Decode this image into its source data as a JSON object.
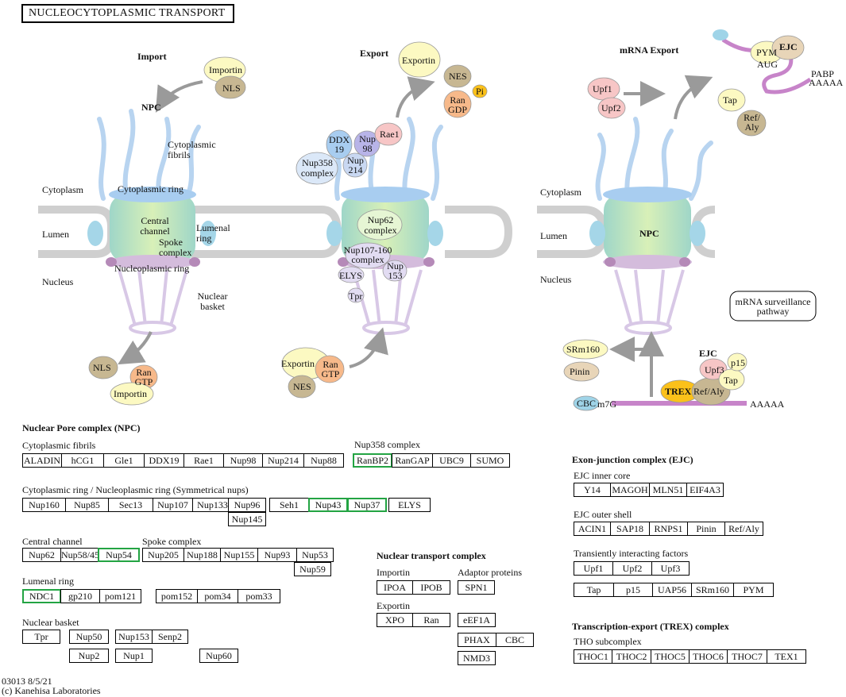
{
  "title": "NUCLEOCYTOPLASMIC TRANSPORT",
  "colors": {
    "pore_green": "#bfe6a8",
    "pore_blue": "#a8cdf0",
    "membrane_gray": "#cfcfcf",
    "basket_purple": "#d8c8e6",
    "mrna_purple": "#c784c9",
    "highlight_green": "#23a443",
    "arrow_gray": "#9a9a9a"
  },
  "sections": {
    "import": "Import",
    "export": "Export",
    "mrna_export": "mRNA Export",
    "npc": "NPC",
    "cytoplasmic_fibrils": "Cytoplasmic fibrils",
    "cytoplasmic_ring": "Cytoplasmic ring",
    "central_channel": "Central channel",
    "lumenal_ring": "Lumenal ring",
    "spoke_complex": "Spoke complex",
    "nucleoplasmic_ring": "Nucleoplasmic ring",
    "nuclear_basket": "Nuclear basket",
    "cytoplasm": "Cytoplasm",
    "lumen": "Lumen",
    "nucleus": "Nucleus",
    "mrna_surveillance": "mRNA surveillance pathway",
    "pabp": "PABP",
    "polya": "AAAAA",
    "m7g": "m7G",
    "ejc": "EJC"
  },
  "molecules": {
    "importin": "Importin",
    "nls": "NLS",
    "exportin": "Exportin",
    "nes": "NES",
    "ran_gdp": "Ran GDP",
    "ran_gtp": "Ran GTP",
    "pi": "Pi",
    "ddx19": "DDX 19",
    "nup98": "Nup 98",
    "rae1": "Rae1",
    "nup358": "Nup358 complex",
    "nup214": "Nup 214",
    "nup62_complex": "Nup62 complex",
    "nup107_complex": "Nup107-160 complex",
    "nup153": "Nup 153",
    "elys": "ELYS",
    "tpr": "Tpr",
    "upf1": "Upf1",
    "upf2": "Upf2",
    "upf3": "Upf3",
    "tap": "Tap",
    "ref_aly": "Ref/ Aly",
    "ref_aly_inline": "Ref/Aly",
    "pym": "PYM",
    "aug": "AUG",
    "srm160": "SRm160",
    "pinin": "Pinin",
    "trex": "TREX",
    "cbc": "CBC",
    "p15": "p15"
  },
  "legend": {
    "npc_title": "Nuclear Pore complex (NPC)",
    "cyto_fibrils_label": "Cytoplasmic fibrils",
    "cyto_fibrils": [
      "ALADIN",
      "hCG1",
      "Gle1",
      "DDX19",
      "Rae1",
      "Nup98",
      "Nup214",
      "Nup88"
    ],
    "nup358_label": "Nup358 complex",
    "nup358_genes": [
      "RanBP2",
      "RanGAP",
      "UBC9",
      "SUMO"
    ],
    "sym_label": "Cytoplasmic ring / Nucleoplasmic ring (Symmetrical nups)",
    "sym_row": [
      "Nup160",
      "Nup85",
      "Sec13",
      "Nup107",
      "Nup133"
    ],
    "sym_extra": [
      "Nup96",
      "Nup145"
    ],
    "sym_right": [
      "Seh1",
      "Nup43",
      "Nup37"
    ],
    "elys": "ELYS",
    "central_label": "Central channel",
    "central": [
      "Nup62",
      "Nup58/45",
      "Nup54"
    ],
    "spoke_label": "Spoke complex",
    "spoke": [
      "Nup205",
      "Nup188",
      "Nup155",
      "Nup93",
      "Nup53"
    ],
    "spoke_extra": "Nup59",
    "lumenal_label": "Lumenal ring",
    "lumenal": [
      "NDC1",
      "gp210",
      "pom121"
    ],
    "lumenal_right": [
      "pom152",
      "pom34",
      "pom33"
    ],
    "basket_label": "Nuclear basket",
    "basket_tpr": "Tpr",
    "basket_col": [
      "Nup50",
      "Nup2"
    ],
    "basket_row": [
      "Nup153",
      "Senp2"
    ],
    "basket_nup1": "Nup1",
    "basket_nup60": "Nup60",
    "transport_title": "Nuclear transport complex",
    "importin_label": "Importin",
    "importin": [
      "IPOA",
      "IPOB"
    ],
    "adaptor_label": "Adaptor proteins",
    "spn1": "SPN1",
    "exportin_label": "Exportin",
    "exportin": [
      "XPO",
      "Ran"
    ],
    "eef1a": "eEF1A",
    "phax_cbc": [
      "PHAX",
      "CBC"
    ],
    "nmd3": "NMD3",
    "ejc_title": "Exon-junction complex (EJC)",
    "ejc_inner_label": "EJC inner core",
    "ejc_inner": [
      "Y14",
      "MAGOH",
      "MLN51",
      "EIF4A3"
    ],
    "ejc_outer_label": "EJC outer shell",
    "ejc_outer": [
      "ACIN1",
      "SAP18",
      "RNPS1",
      "Pinin",
      "Ref/Aly"
    ],
    "transient_label": "Transiently interacting factors",
    "transient_1": [
      "Upf1",
      "Upf2",
      "Upf3"
    ],
    "transient_2": [
      "Tap",
      "p15",
      "UAP56",
      "SRm160",
      "PYM"
    ],
    "trex_title": "Transcription-export (TREX) complex",
    "tho_label": "THO subcomplex",
    "tho": [
      "THOC1",
      "THOC2",
      "THOC5",
      "THOC6",
      "THOC7",
      "TEX1"
    ],
    "highlighted": [
      "RanBP2",
      "Nup43",
      "Nup37",
      "Nup54",
      "NDC1"
    ]
  },
  "footer": {
    "code": "03013 8/5/21",
    "copyright": "(c) Kanehisa Laboratories"
  }
}
